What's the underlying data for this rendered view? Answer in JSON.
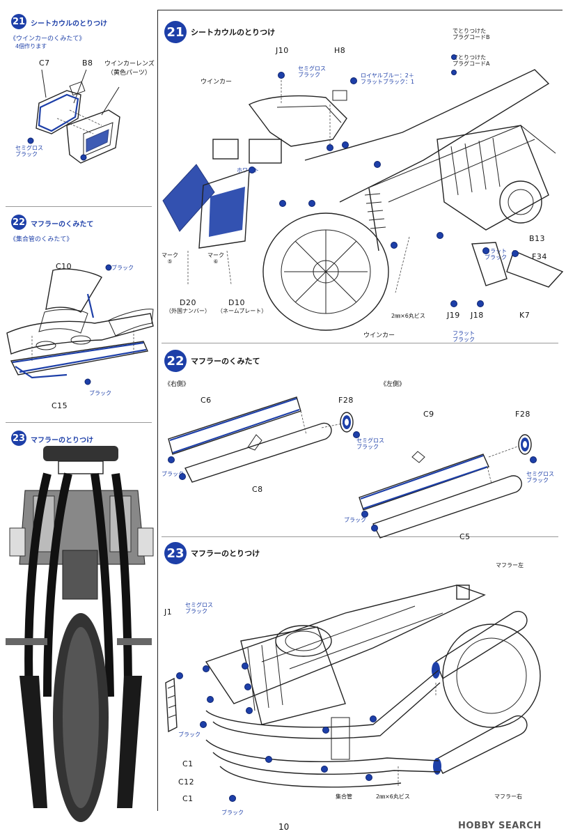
{
  "sidebar": {
    "s21": {
      "num": "21",
      "title": "シートカウルのとりつけ",
      "sub_title": "《ウインカーのくみたて》",
      "sub_note": "4個作ります",
      "parts": {
        "c7": "C7",
        "b8": "B8"
      },
      "lens": "ウインカーレンズ",
      "lens_note": "（黄色パーツ）",
      "color": "セミグロス\nブラック"
    },
    "s22": {
      "num": "22",
      "title": "マフラーのくみたて",
      "sub_title": "《集合管のくみたて》",
      "parts": {
        "c10": "C10",
        "c15": "C15"
      },
      "color1": "ブラック",
      "color2": "ブラック"
    },
    "s23": {
      "num": "23",
      "title": "マフラーのとりつけ"
    }
  },
  "main21": {
    "num": "21",
    "title": "シートカウルのとりつけ",
    "parts": {
      "j10": "J10",
      "h8": "H8",
      "b13": "B13",
      "f34": "F34",
      "j19": "J19",
      "j18": "J18",
      "k7": "K7",
      "d20": "D20",
      "d10": "D10"
    },
    "winker1": "ウインカー",
    "winker2": "ウインカー",
    "semigloss": "セミグロス\nブラック",
    "royal": "ロイヤルブルー：2＋\nフラットブラック：1",
    "white": "ホワイト",
    "plug_b": "でとりつけた\nプラグコードB",
    "plug_a": "でとりつけた\nプラグコードA",
    "flat1": "フラット\nブラック",
    "flat2": "フラット\nブラック",
    "screw": "2㎜×6丸ビス",
    "mark5": "マーク\n⑤",
    "mark6": "マーク\n⑥",
    "d20_note": "（外国ナンバー）",
    "d10_note": "（ネームプレート）"
  },
  "main22": {
    "num": "22",
    "title": "マフラーのくみたて",
    "right": "《右側》",
    "left": "《左側》",
    "parts": {
      "c6": "C6",
      "c8": "C8",
      "f28a": "F28",
      "c9": "C9",
      "f28b": "F28",
      "c5": "C5"
    },
    "black1": "ブラック",
    "black2": "ブラック",
    "semi1": "セミグロス\nブラック",
    "semi2": "セミグロス\nブラック"
  },
  "main23": {
    "num": "23",
    "title": "マフラーのとりつけ",
    "muffler_left": "マフラー左",
    "muffler_right": "マフラー右",
    "parts": {
      "j1": "J1",
      "c1a": "C1",
      "c12": "C12",
      "c1b": "C1"
    },
    "semi": "セミグロス\nブラック",
    "black1": "ブラック",
    "black2": "ブラック",
    "collector": "集合管",
    "screw": "2㎜×6丸ビス"
  },
  "page_number": "10",
  "watermark": "HOBBY SEARCH"
}
